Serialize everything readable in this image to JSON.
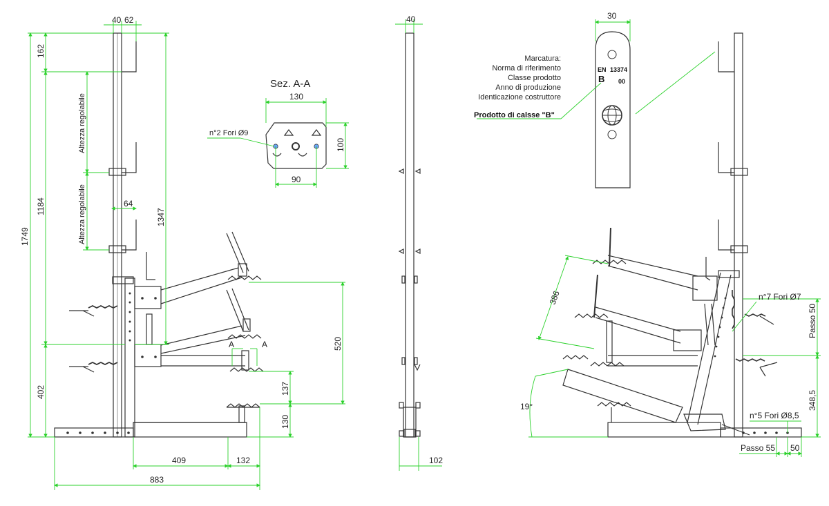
{
  "colors": {
    "dimension": "#2bd12b",
    "part": "#333333",
    "text": "#222222"
  },
  "front_view": {
    "dims": {
      "top_40": "40",
      "top_62": "62",
      "d_162": "162",
      "d_1184": "1184",
      "d_1749": "1749",
      "d_1347": "1347",
      "d_402": "402",
      "d_64": "64",
      "d_520": "520",
      "d_137": "137",
      "d_130": "130",
      "d_409": "409",
      "d_132": "132",
      "d_883": "883"
    },
    "labels": {
      "adjustable_1": "Altezza regolabile",
      "adjustable_2": "Altezza regolabile",
      "section_a_left": "A",
      "section_a_right": "A"
    }
  },
  "section": {
    "title": "Sez. A-A",
    "dim_130": "130",
    "dim_100": "100",
    "dim_90": "90",
    "holes": "n°2 Fori Ø9"
  },
  "side_view": {
    "dim_40": "40",
    "dim_102": "102"
  },
  "plate": {
    "dim_30": "30",
    "std": "EN",
    "std_no": "13374",
    "class_letter": "B",
    "year": "00",
    "marking": {
      "line1": "Marcatura:",
      "line2": "Norma di riferimento",
      "line3": "Classe prodotto",
      "line4": "Anno di produzione",
      "line5": "Identicazione costruttore"
    },
    "product_class": "Prodotto di calsse \"B\""
  },
  "right_view": {
    "dim_386": "386",
    "angle": "19°",
    "holes_7": "n°7 Fori Ø7",
    "pitch_50": "Passo 50",
    "dim_348": "348,5",
    "holes_5": "n°5 Fori Ø8,5",
    "pitch_55": "Passo 55",
    "dim_50": "50"
  }
}
